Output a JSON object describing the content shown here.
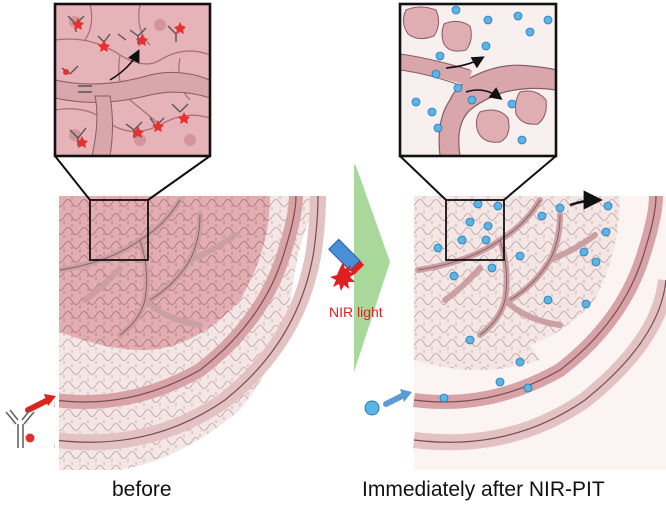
{
  "labels": {
    "before": "before",
    "after": "Immediately after NIR-PIT",
    "nir_light": "NIR light"
  },
  "colors": {
    "tissue_pink": "#e7b8bb",
    "tissue_dark": "#c98a8f",
    "vessel": "#d9a7a9",
    "vessel_edge": "#7a4a52",
    "arrow_green": "#a8d89a",
    "nir_red": "#e02020",
    "blue_dot": "#5ab4e6",
    "injection_arrow_red": "#d9261c",
    "injection_arrow_blue": "#5a9ad6"
  },
  "icons": {
    "antibody": "antibody-conjugate-icon",
    "nir_lamp": "nir-lamp-icon",
    "released_particle": "blue-particle-icon"
  }
}
